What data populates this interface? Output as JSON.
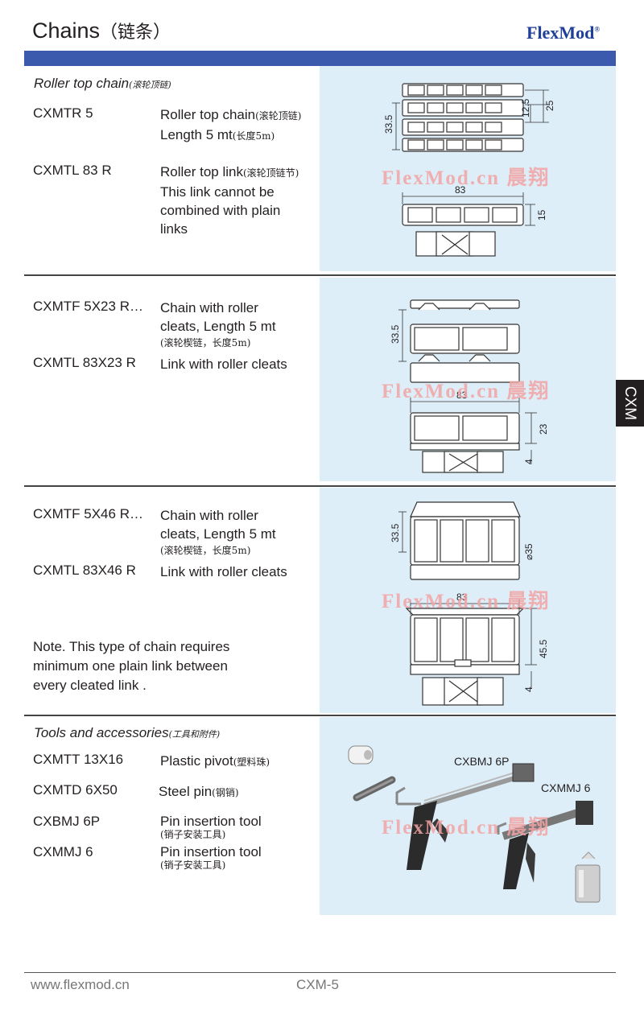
{
  "header": {
    "title": "Chains",
    "title_cn": "（链条）",
    "brand": "FlexMod",
    "brand_mark": "®"
  },
  "side_tab": "CXM",
  "watermark": "FlexMod.cn 晨翔",
  "sections": [
    {
      "title": "Roller top chain",
      "title_cn": "(滚轮顶链)",
      "items": [
        {
          "code": "CXMTR 5",
          "desc_lines": [
            "Roller top chain",
            "Length 5 mt"
          ],
          "desc_cn": [
            "(滚轮顶链)",
            "(长度5m)"
          ]
        },
        {
          "code": "CXMTL 83 R",
          "desc_lines": [
            "Roller top link",
            "This link cannot be",
            "combined with plain",
            "links"
          ],
          "desc_cn": [
            "(滚轮顶链节)"
          ]
        }
      ],
      "dims": [
        "33.5",
        "12.5",
        "25",
        "83",
        "15"
      ]
    },
    {
      "items": [
        {
          "code": "CXMTF 5X23 R…",
          "desc_lines": [
            "Chain with roller",
            "cleats, Length 5 mt"
          ],
          "desc_cn": [
            "(滚轮楔链，长度5m)"
          ]
        },
        {
          "code": "CXMTL 83X23 R",
          "desc_lines": [
            "Link with roller cleats"
          ]
        }
      ],
      "dims": [
        "33.5",
        "83",
        "23",
        "4"
      ]
    },
    {
      "items": [
        {
          "code": "CXMTF 5X46 R…",
          "desc_lines": [
            "Chain with roller",
            "cleats, Length 5 mt"
          ],
          "desc_cn": [
            "(滚轮楔链，长度5m)"
          ]
        },
        {
          "code": "CXMTL 83X46 R",
          "desc_lines": [
            "Link with roller cleats"
          ]
        }
      ],
      "note_lines": [
        "Note. This type of chain requires",
        "minimum one plain link between",
        "every cleated link  ."
      ],
      "dims": [
        "33.5",
        "⌀35",
        "83",
        "45.5",
        "4"
      ]
    },
    {
      "title": "Tools and accessories",
      "title_cn": "(工具和附件)",
      "items": [
        {
          "code": "CXMTT 13X16",
          "desc_lines": [
            "Plastic pivot"
          ],
          "desc_cn": [
            "(塑料珠)"
          ]
        },
        {
          "code": "CXMTD 6X50",
          "desc_lines": [
            "Steel pin"
          ],
          "desc_cn": [
            "(钢销)"
          ]
        },
        {
          "code": "CXBMJ 6P",
          "desc_lines": [
            "Pin insertion tool"
          ],
          "desc_cn": [
            "(销子安装工具)"
          ]
        },
        {
          "code": "CXMMJ 6",
          "desc_lines": [
            "Pin insertion tool"
          ],
          "desc_cn": [
            "(销子安装工具)"
          ]
        }
      ],
      "image_labels": [
        "CXBMJ 6P",
        "CXMMJ 6"
      ]
    }
  ],
  "footer": {
    "url": "www.flexmod.cn",
    "page": "CXM-5"
  },
  "colors": {
    "header_bar": "#3b5aad",
    "panel_bg": "#ddeef8",
    "brand": "#1f3f99",
    "watermark": "#f3a3a3"
  }
}
